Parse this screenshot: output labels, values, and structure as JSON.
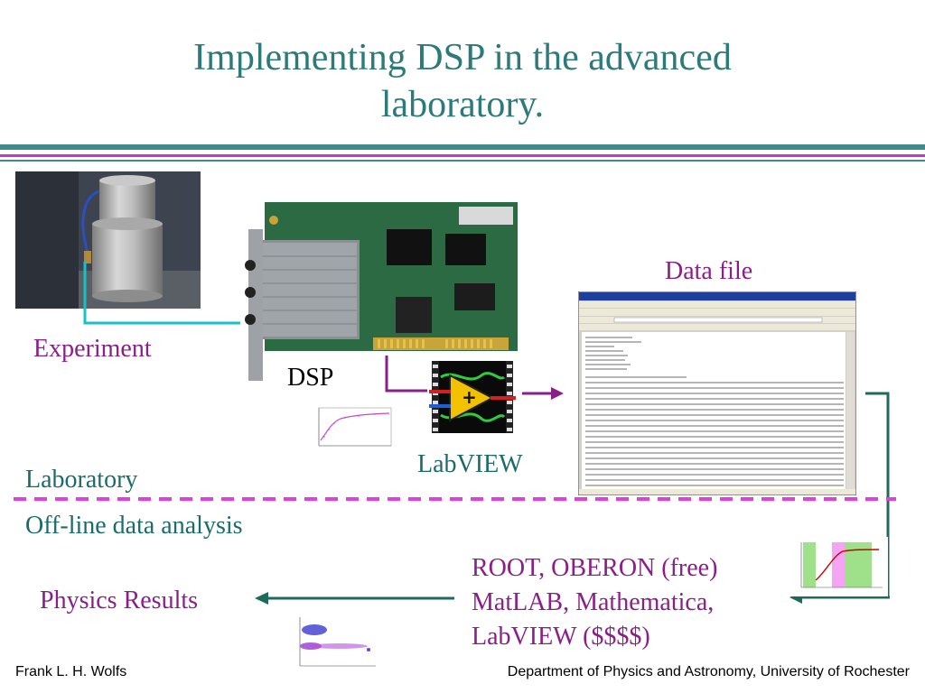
{
  "title": {
    "line1": "Implementing DSP in the advanced",
    "line2": "laboratory."
  },
  "labels": {
    "experiment": "Experiment",
    "dsp": "DSP",
    "labview": "LabVIEW",
    "data_file": "Data file",
    "laboratory": "Laboratory",
    "offline": "Off-line data analysis",
    "physics_results": "Physics Results"
  },
  "software": {
    "line1": "ROOT, OBERON (free)",
    "line2": "MatLAB, Mathematica,",
    "line3": "LabVIEW ($$$$)"
  },
  "footer": {
    "left": "Frank L. H. Wolfs",
    "right": "Department of Physics and Astronomy, University of Rochester"
  },
  "colors": {
    "title": "#2e7a7a",
    "label_purple": "#8a1f8a",
    "label_teal": "#1c6b6b",
    "rule_teal": "#3f8a8a",
    "rule_magenta": "#cc33cc",
    "connector_cyan": "#19c2c2",
    "arrow_purple": "#8a1f8a",
    "arrow_teal": "#1f6b5b",
    "dashed_magenta": "#e040e0"
  },
  "icons": [
    "detector-photo",
    "dsp-card-photo",
    "labview-icon",
    "data-file-screenshot",
    "waveform-plot-thumbnail",
    "analysis-plot-thumbnail",
    "results-plot-thumbnail"
  ]
}
